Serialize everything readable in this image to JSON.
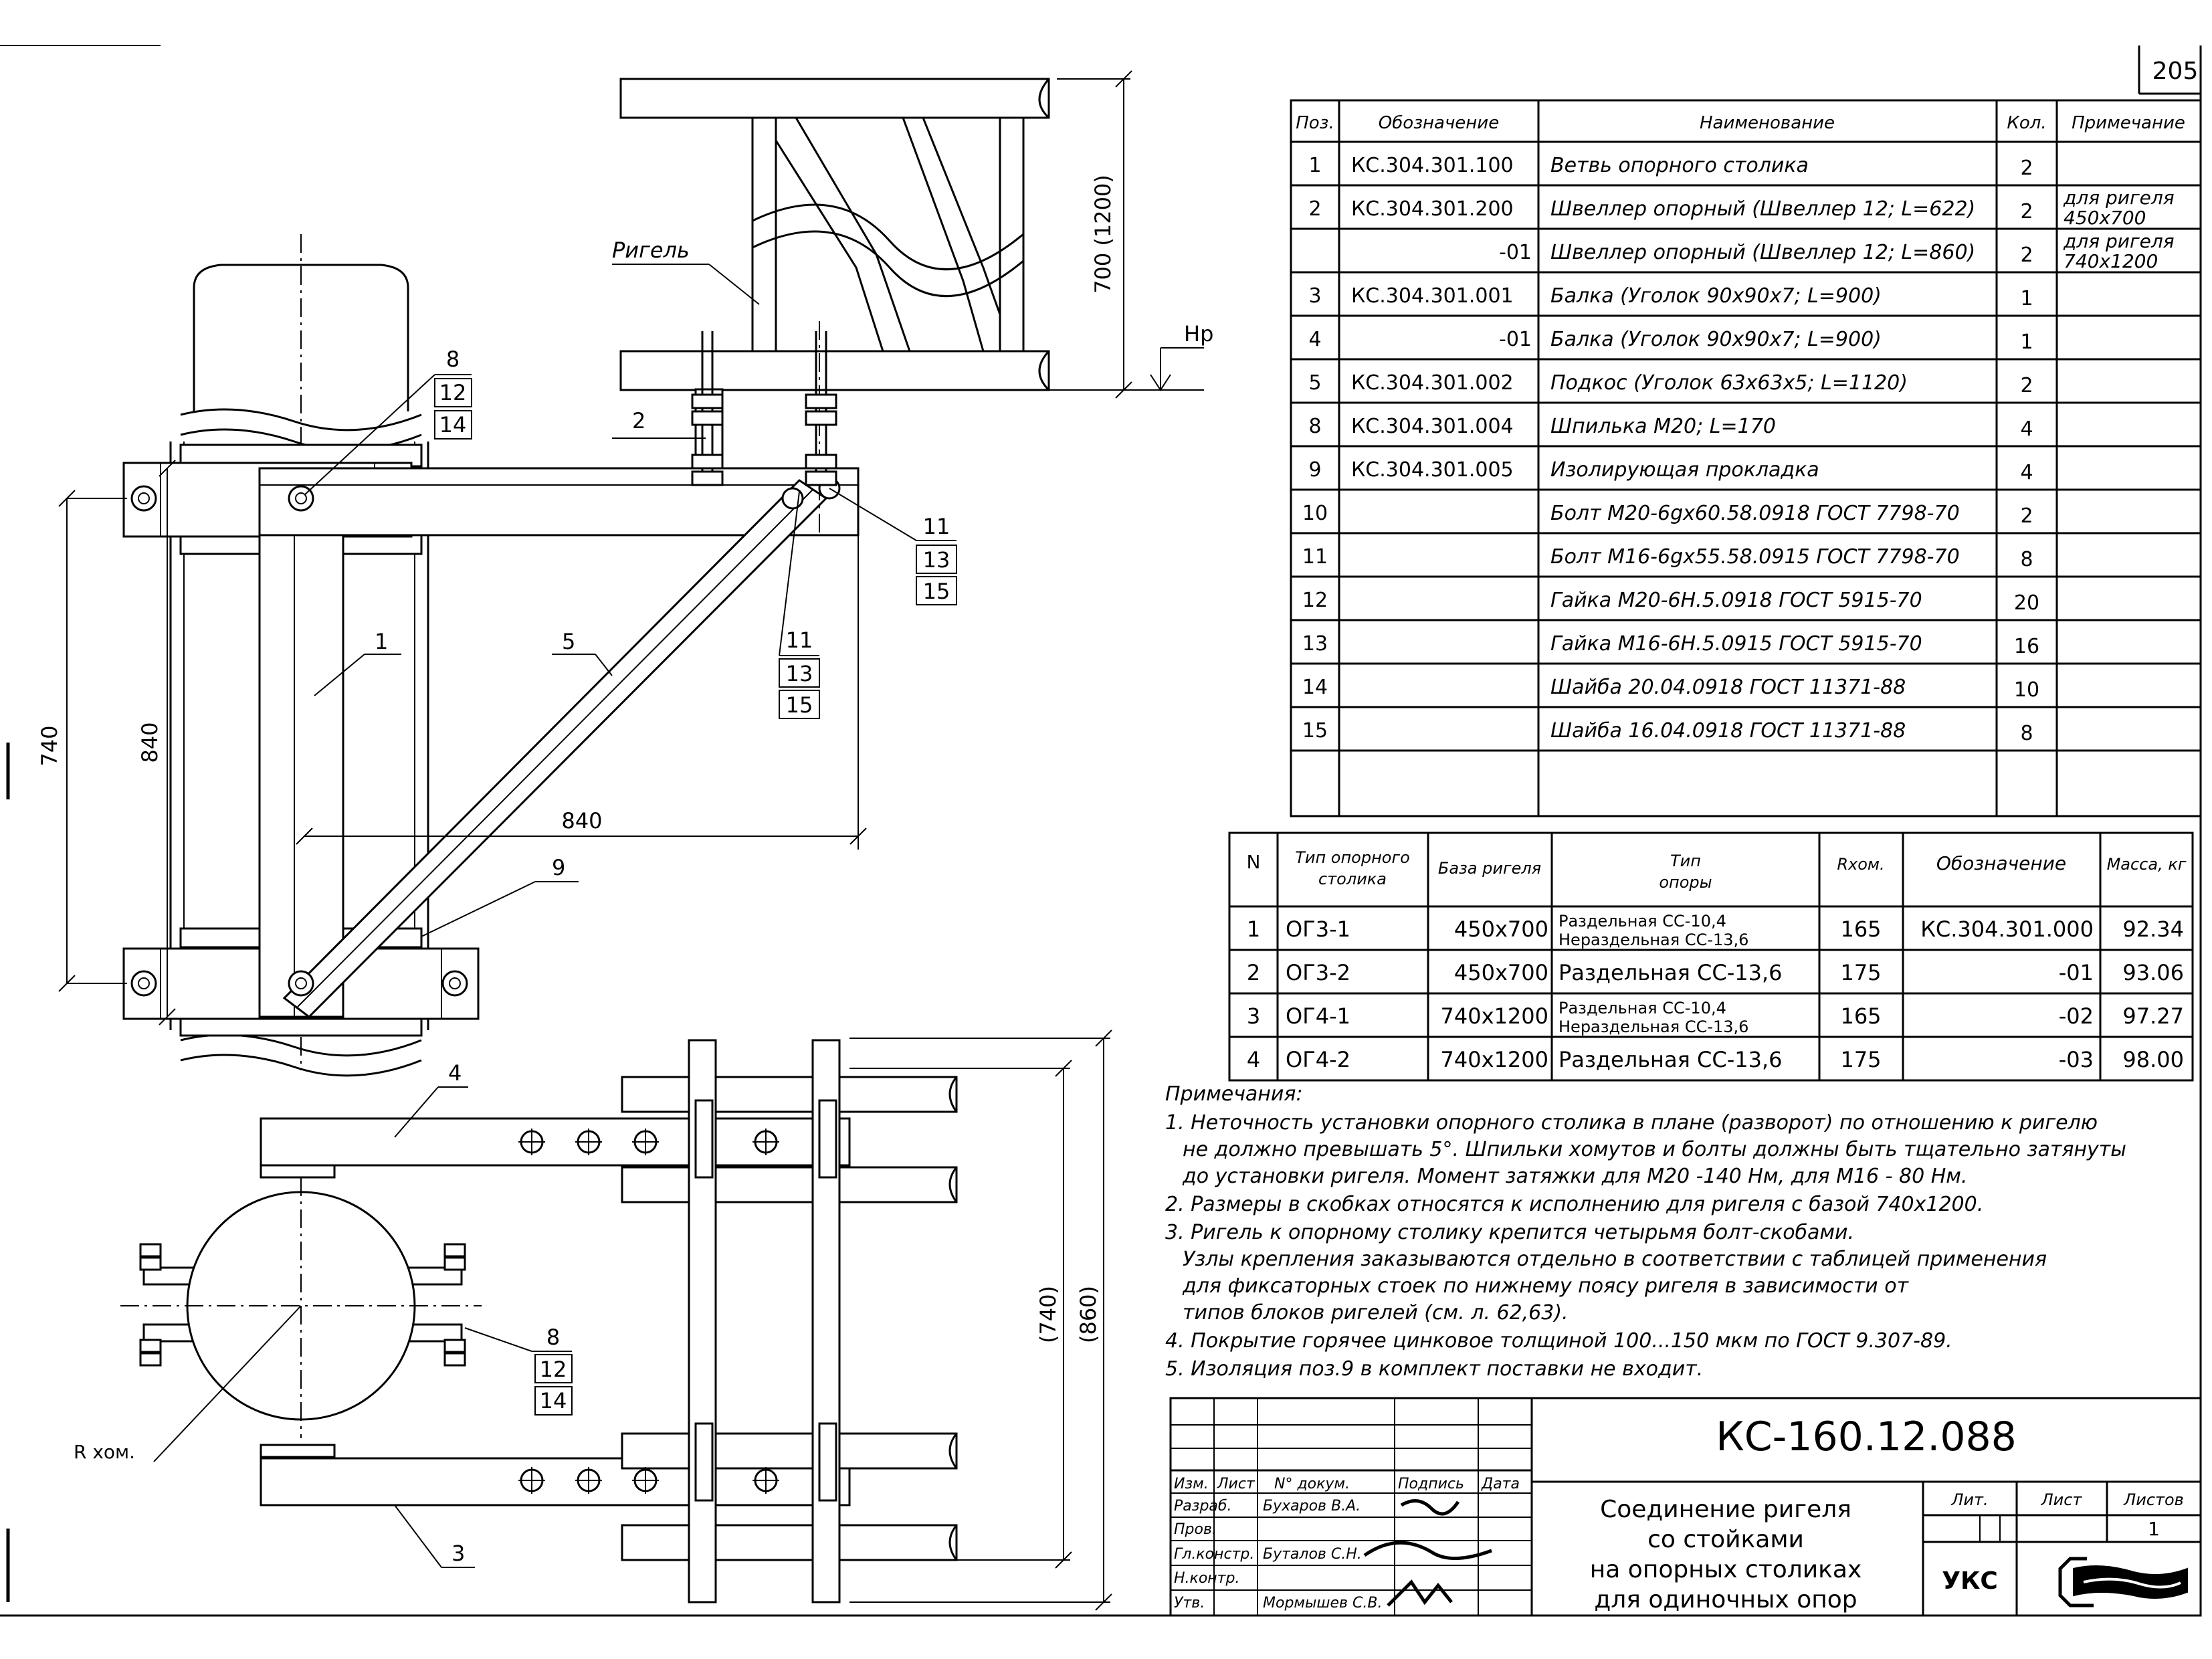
{
  "page_number": "205",
  "drawing": {
    "label_rigel": "Ригель",
    "label_hp": "Нр",
    "label_rkom": "R хом.",
    "dim_700_1200": "700 (1200)",
    "dim_740": "740",
    "dim_840_v": "840",
    "dim_840_h": "840",
    "dim_740_p": "(740)",
    "dim_860_p": "(860)",
    "leader_1": "1",
    "leader_2": "2",
    "leader_3": "3",
    "leader_4": "4",
    "leader_5": "5",
    "leader_9": "9",
    "callout_a": [
      "8",
      "12",
      "14"
    ],
    "callout_b": [
      "11",
      "13",
      "15"
    ],
    "callout_c": [
      "11",
      "13",
      "15"
    ],
    "callout_d": [
      "8",
      "12",
      "14"
    ]
  },
  "spec_table": {
    "headers": [
      "Поз.",
      "Обозначение",
      "Наименование",
      "Кол.",
      "Примечание"
    ],
    "rows": [
      {
        "pos": "1",
        "designation": "КС.304.301.100",
        "name": "Ветвь опорного столика",
        "qty": "2",
        "note": ""
      },
      {
        "pos": "2",
        "designation": "КС.304.301.200",
        "name": "Швеллер опорный (Швеллер 12; L=622)",
        "qty": "2",
        "note": "для ригеля 450х700"
      },
      {
        "pos": "",
        "designation": "-01",
        "name": "Швеллер опорный (Швеллер 12; L=860)",
        "qty": "2",
        "note": "для ригеля 740х1200"
      },
      {
        "pos": "3",
        "designation": "КС.304.301.001",
        "name": "Балка (Уголок 90х90х7; L=900)",
        "qty": "1",
        "note": ""
      },
      {
        "pos": "4",
        "designation": "-01",
        "name": "Балка (Уголок 90х90х7; L=900)",
        "qty": "1",
        "note": ""
      },
      {
        "pos": "5",
        "designation": "КС.304.301.002",
        "name": "Подкос (Уголок 63х63х5; L=1120)",
        "qty": "2",
        "note": ""
      },
      {
        "pos": "8",
        "designation": "КС.304.301.004",
        "name": "Шпилька М20; L=170",
        "qty": "4",
        "note": ""
      },
      {
        "pos": "9",
        "designation": "КС.304.301.005",
        "name": "Изолирующая прокладка",
        "qty": "4",
        "note": ""
      },
      {
        "pos": "10",
        "designation": "",
        "name": "Болт М20-6gх60.58.0918 ГОСТ 7798-70",
        "qty": "2",
        "note": ""
      },
      {
        "pos": "11",
        "designation": "",
        "name": "Болт М16-6gх55.58.0915 ГОСТ 7798-70",
        "qty": "8",
        "note": ""
      },
      {
        "pos": "12",
        "designation": "",
        "name": "Гайка М20-6Н.5.0918 ГОСТ 5915-70",
        "qty": "20",
        "note": ""
      },
      {
        "pos": "13",
        "designation": "",
        "name": "Гайка М16-6Н.5.0915 ГОСТ 5915-70",
        "qty": "16",
        "note": ""
      },
      {
        "pos": "14",
        "designation": "",
        "name": "Шайба 20.04.0918 ГОСТ 11371-88",
        "qty": "10",
        "note": ""
      },
      {
        "pos": "15",
        "designation": "",
        "name": "Шайба 16.04.0918 ГОСТ 11371-88",
        "qty": "8",
        "note": ""
      }
    ]
  },
  "types_table": {
    "headers": [
      "N",
      "Тип опорного столика",
      "База ригеля",
      "Тип опоры",
      "Rхом.",
      "Обозначение",
      "Масса, кг"
    ],
    "rows": [
      {
        "n": "1",
        "type": "ОГ3-1",
        "base": "450х700",
        "support": [
          "Раздельная СС-10,4",
          "Нераздельная СС-13,6"
        ],
        "r": "165",
        "designation": "КС.304.301.000",
        "mass": "92.34"
      },
      {
        "n": "2",
        "type": "ОГ3-2",
        "base": "450х700",
        "support": [
          "Раздельная СС-13,6"
        ],
        "r": "175",
        "designation": "-01",
        "mass": "93.06"
      },
      {
        "n": "3",
        "type": "ОГ4-1",
        "base": "740х1200",
        "support": [
          "Раздельная СС-10,4",
          "Нераздельная СС-13,6"
        ],
        "r": "165",
        "designation": "-02",
        "mass": "97.27"
      },
      {
        "n": "4",
        "type": "ОГ4-2",
        "base": "740х1200",
        "support": [
          "Раздельная СС-13,6"
        ],
        "r": "175",
        "designation": "-03",
        "mass": "98.00"
      }
    ]
  },
  "notes": {
    "title": "Примечания:",
    "lines": [
      "1. Неточность установки опорного столика в плане (разворот) по отношению к ригелю",
      "не должно  превышать 5°. Шпильки хомутов и болты должны быть тщательно затянуты",
      "до установки ригеля. Момент затяжки для М20 -140 Нм, для М16 - 80 Нм.",
      "2. Размеры в скобках относятся к исполнению  для ригеля с базой 740х1200.",
      "3. Ригель к опорному столику крепится четырьмя болт-скобами.",
      "Узлы крепления заказываются отдельно в соответствии с таблицей применения",
      "для фиксаторных стоек по нижнему поясу ригеля в зависимости от",
      "типов блоков ригелей (см. л. 62,63).",
      "4. Покрытие горячее цинковое толщиной 100...150 мкм по ГОСТ 9.307-89.",
      "5. Изоляция поз.9 в комплект поставки не входит."
    ]
  },
  "title_block": {
    "code": "КС-160.12.088",
    "title_lines": [
      "Соединение ригеля",
      "со стойками",
      "на опорных столиках",
      "для одиночных опор"
    ],
    "col_headers": [
      "Изм.",
      "Лист",
      "N° докум.",
      "Подпись",
      "Дата"
    ],
    "roles": [
      {
        "role": "Разраб.",
        "name": "Бухаров В.А."
      },
      {
        "role": "Пров.",
        "name": ""
      },
      {
        "role": "Гл.констр.",
        "name": "Буталов С.Н."
      },
      {
        "role": "Н.контр.",
        "name": ""
      },
      {
        "role": "Утв.",
        "name": "Мормышев С.В."
      }
    ],
    "lit_label": "Лит.",
    "sheet_label": "Лист",
    "sheets_label": "Листов",
    "sheets_value": "1",
    "org": "УКС"
  }
}
